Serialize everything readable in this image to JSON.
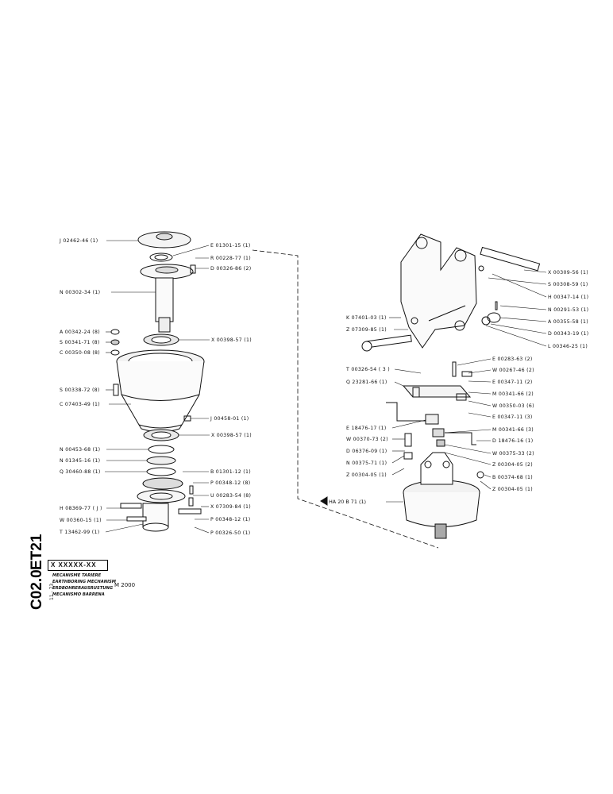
{
  "page": {
    "side_code_1": "ET21",
    "side_code_2": "C02.0",
    "side_small": "11 - 73"
  },
  "title_block": {
    "part_code": "X XXXXX-XX",
    "lines": [
      "MECANISME TARIERE",
      "EARTHBORING MECHANISM",
      "ERDBOHRERAUSRUSTUNG",
      "MECANISMO BARRENA"
    ],
    "model": "M 2000"
  },
  "reference": "HA 20 B 71   (1)",
  "labels_left": [
    "J 02462-46 (1)",
    "N 00302-34 (1)",
    "A 00342-24 (8)",
    "S 00341-71 (8)",
    "C 00350-08 (8)",
    "S 00338-72 (8)",
    "C 07403-49 (1)",
    "N 00453-68 (1)",
    "N 01345-16 (1)",
    "Q 30460-88 (1)",
    "H 08369-77 ( J )",
    "W 00360-15 (1)",
    "T 13462-99 (1)"
  ],
  "labels_mid": [
    "E 01301-15 (1)",
    "R 00228-77 (1)",
    "D 00326-86 (2)",
    "X 00398-57 (1)",
    "J 00458-01 (1)",
    "X 00398-57 (1)",
    "B 01301-12 (1)",
    "P 00348-12 (8)",
    "U 00283-54 (8)",
    "X 07309-84 (1)",
    "P 00348-12 (1)",
    "P 00326-50 (1)"
  ],
  "labels_right_left": [
    "K 07401-03 (1)",
    "Z 07309-85 (1)",
    "T 00326-54 ( 3 )",
    "Q 23281-66 (1)",
    "E 18476-17 (1)",
    "W 00370-73 (2)",
    "D 06376-09 (1)",
    "N 00375-71 (1)",
    "Z 00304-05 (1)"
  ],
  "labels_right_right": [
    "X 00309-56 (1)",
    "S 00308-59 (1)",
    "H 00347-14 (1)",
    "N 00291-53 (1)",
    "A 00355-58 (1)",
    "D 00343-19 (1)",
    "L 00346-25 (1)",
    "E 00283-63 (2)",
    "W 00267-46 (2)",
    "E 00347-11 (2)",
    "M 00341-66 (2)",
    "W 00350-03 (6)",
    "E 00347-11 (3)",
    "D 18476-16 (1)",
    "M 00341-66 (3)",
    "W 00375-33 (2)",
    "Z 00304-05 (2)",
    "B 00374-68 (1)",
    "Z 00304-05 (1)"
  ]
}
